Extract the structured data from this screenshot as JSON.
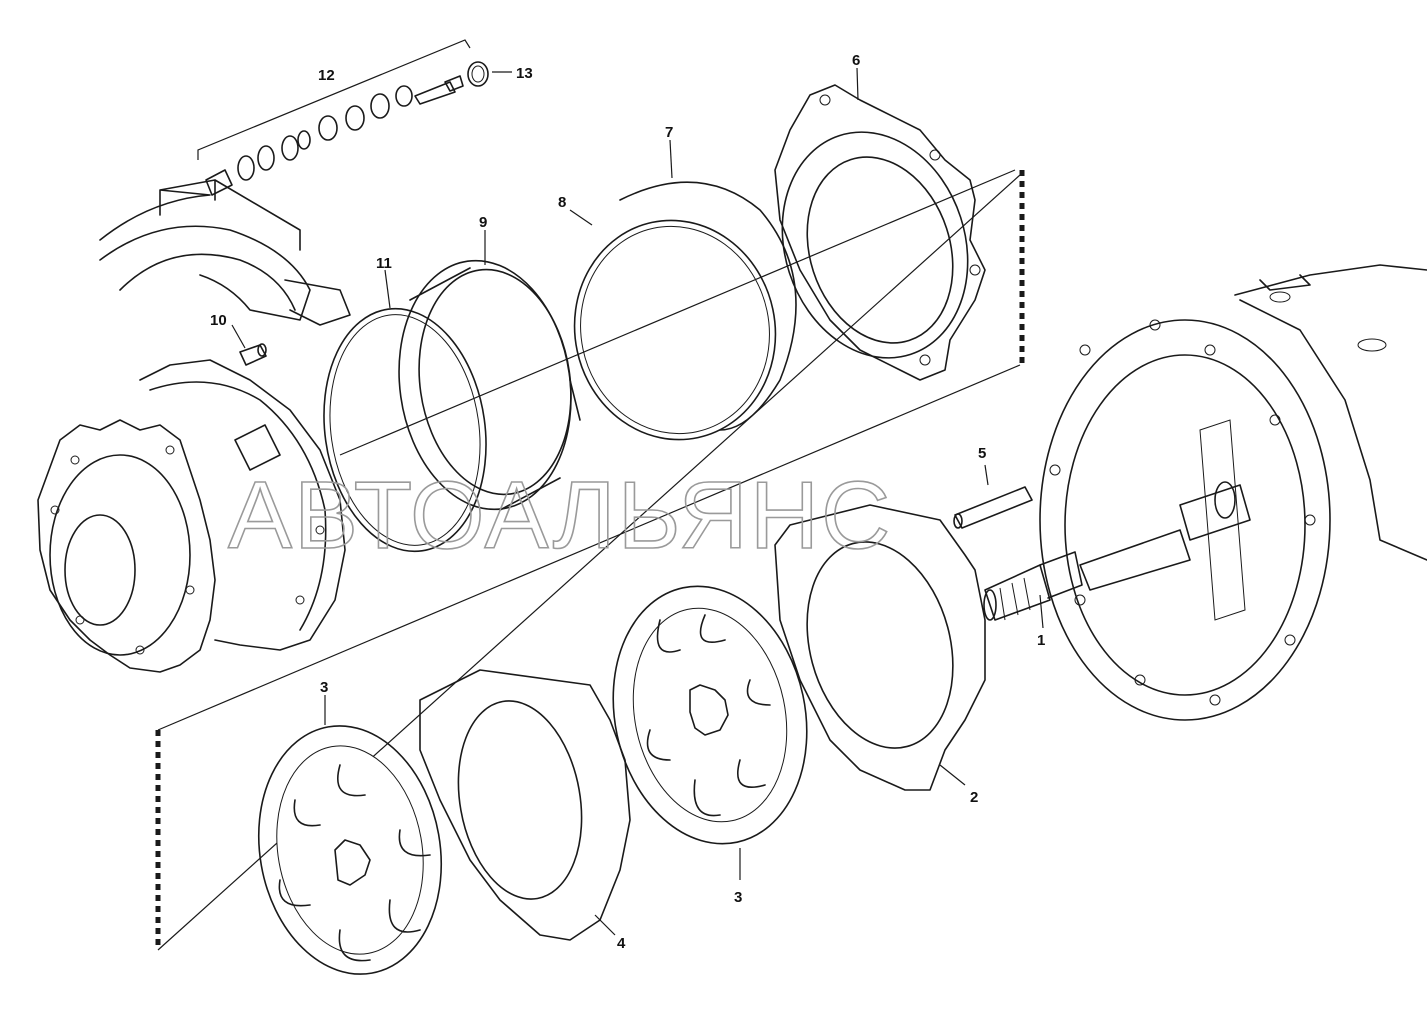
{
  "callouts": [
    {
      "id": "1",
      "text": "1"
    },
    {
      "id": "2",
      "text": "2"
    },
    {
      "id": "3a",
      "text": "3"
    },
    {
      "id": "3b",
      "text": "3"
    },
    {
      "id": "4",
      "text": "4"
    },
    {
      "id": "5",
      "text": "5"
    },
    {
      "id": "6",
      "text": "6"
    },
    {
      "id": "7",
      "text": "7"
    },
    {
      "id": "8",
      "text": "8"
    },
    {
      "id": "9",
      "text": "9"
    },
    {
      "id": "10",
      "text": "10"
    },
    {
      "id": "11",
      "text": "11"
    },
    {
      "id": "12",
      "text": "12"
    },
    {
      "id": "13",
      "text": "13"
    }
  ],
  "watermark": "АВТОАЛЬЯНС",
  "colors": {
    "line": "#1a1a1a",
    "watermark": "#9a9a9a",
    "background": "#ffffff"
  }
}
